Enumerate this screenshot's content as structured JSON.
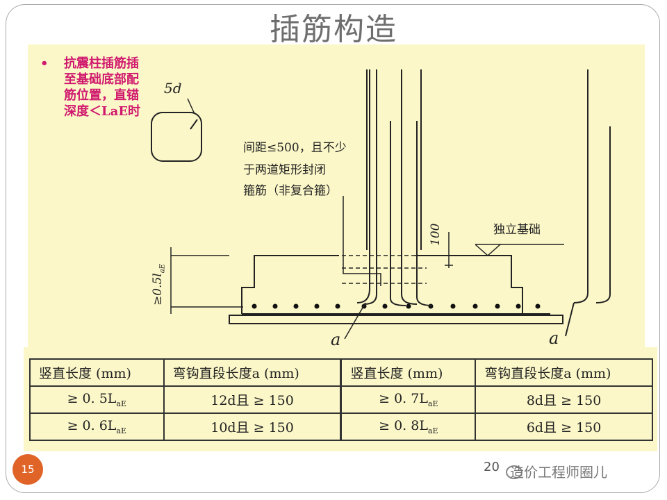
{
  "title": "插筋构造",
  "note": {
    "bullet": "•",
    "text": "抗震柱插筋插至基础底部配筋位置，直锚深度＜LaE时"
  },
  "drawing": {
    "hook_label": "5d",
    "spacing_note_lines": [
      "间距≤500，且不少",
      "于两道矩形封闭",
      "箍筋（非复合箍）"
    ],
    "dim_100": "100",
    "foundation_label": "独立基础",
    "depth_label": "≥0.5l",
    "depth_sub": "aE",
    "a_label_left": "a",
    "a_label_right": "a"
  },
  "table": {
    "headers": [
      "竖直长度 (mm)",
      "弯钩直段长度a (mm)",
      "竖直长度 (mm)",
      "弯钩直段长度a (mm)"
    ],
    "rows": [
      [
        {
          "main": "≥ 0. 5L",
          "sub": "aE"
        },
        {
          "main": "12d且 ≥ 150"
        },
        {
          "main": "≥ 0. 7L",
          "sub": "aE"
        },
        {
          "main": "8d且 ≥ 150"
        }
      ],
      [
        {
          "main": "≥ 0. 6L",
          "sub": "aE"
        },
        {
          "main": "10d且 ≥ 150"
        },
        {
          "main": "≥ 0. 8L",
          "sub": "aE"
        },
        {
          "main": "6d且 ≥ 150"
        }
      ]
    ]
  },
  "footer": {
    "page_number": "15",
    "date_fragment": "20",
    "watermark": "造价工程师圈儿"
  },
  "colors": {
    "drawing_bg": "#fbf7c8",
    "note_text": "#d0196e",
    "page_badge": "#e06427"
  }
}
